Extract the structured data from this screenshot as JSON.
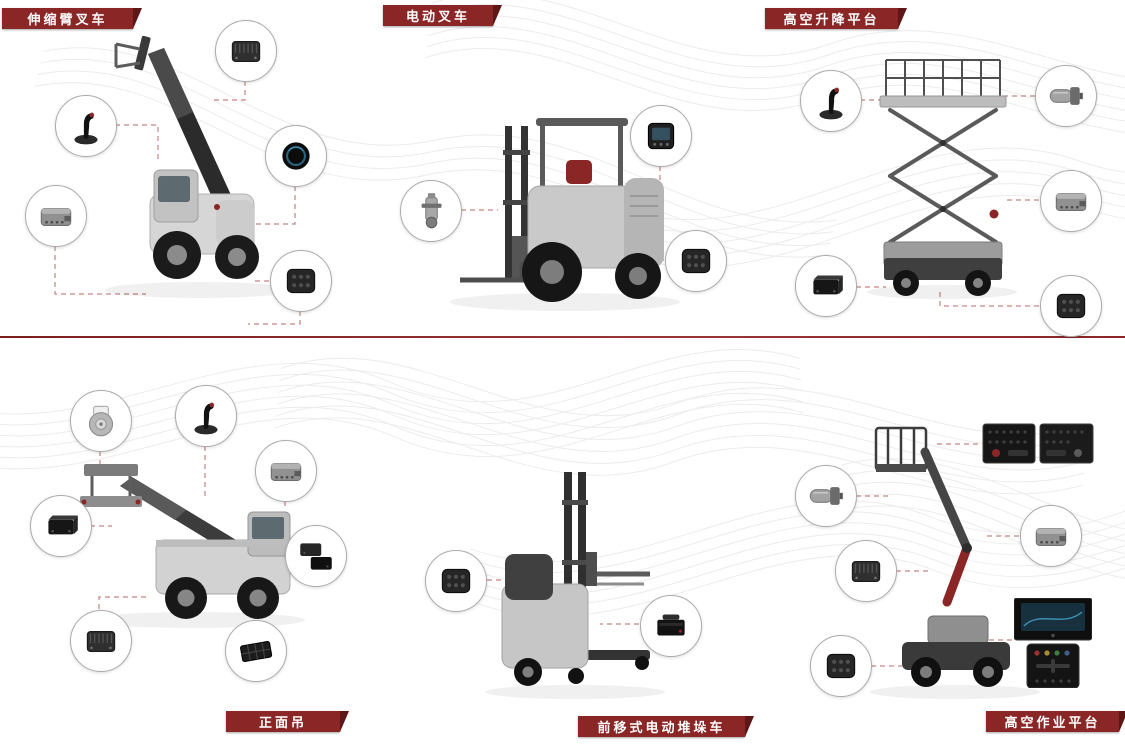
{
  "title": "vehicle-components-diagram",
  "colors": {
    "background": "#ffffff",
    "ribbon": "#8a2626",
    "ribbon_fold": "#5e1717",
    "divider": "#8a2626",
    "connector": "#c4837f",
    "circle_border": "#ababab",
    "wave": "#dcdcdc"
  },
  "sections": [
    {
      "label": "伸缩臂叉车",
      "vehicle": "telescopic-boom-forklift",
      "components": [
        "controller-module",
        "joystick",
        "display-disc",
        "controller-unit",
        "keypad"
      ]
    },
    {
      "label": "电动叉车",
      "vehicle": "electric-forklift",
      "components": [
        "display-controller",
        "pump-unit",
        "keypad"
      ]
    },
    {
      "label": "高空升降平台",
      "vehicle": "scissor-lift",
      "components": [
        "joystick",
        "drive-motor",
        "controller-unit",
        "power-module",
        "keypad"
      ]
    },
    {
      "label": "正面吊",
      "vehicle": "reach-stacker",
      "components": [
        "encoder",
        "joystick",
        "controller-unit",
        "power-module",
        "dual-power-modules",
        "controller-module",
        "membrane-keypad"
      ]
    },
    {
      "label": "前移式电动堆垛车",
      "vehicle": "reach-truck",
      "components": [
        "keypad",
        "battery-module"
      ]
    },
    {
      "label": "高空作业平台",
      "vehicle": "articulated-boom-lift",
      "components": [
        "drive-motor",
        "controller-unit",
        "controller-module",
        "keypad",
        "control-panel",
        "display-and-remote"
      ]
    }
  ]
}
